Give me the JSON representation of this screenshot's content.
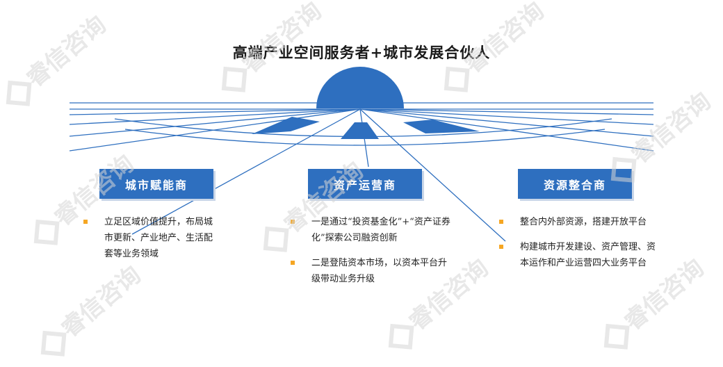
{
  "title": "高端产业空间服务者+城市发展合伙人",
  "colors": {
    "accent": "#2e6fbf",
    "bullet": "#f5a623",
    "line": "#2e6fbf"
  },
  "columns": [
    {
      "header": "城市赋能商",
      "items": [
        "立足区域价值提升，布局城市更新、产业地产、生活配套等业务领域"
      ]
    },
    {
      "header": "资产运营商",
      "items": [
        "一是通过“投资基金化”+“资产证券化”探索公司融资创新",
        "二是登陆资本市场，以资本平台升级带动业务升级"
      ]
    },
    {
      "header": "资源整合商",
      "items": [
        "整合内外部资源，搭建开放平台",
        "构建城市开发建设、资产管理、资本运作和产业运营四大业务平台"
      ]
    }
  ],
  "watermark": "睿信咨询"
}
